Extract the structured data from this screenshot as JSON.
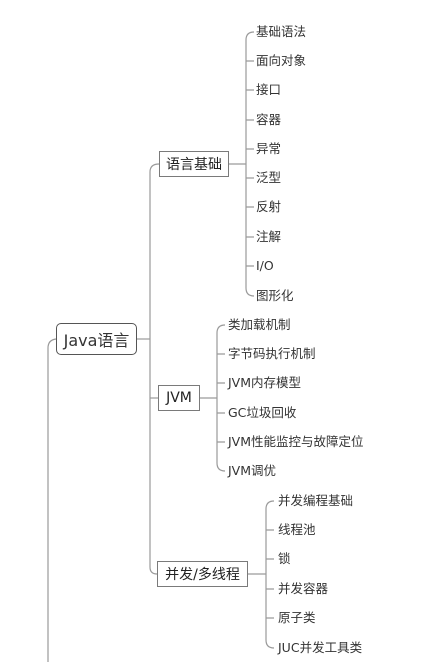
{
  "root": {
    "label": "Java语言"
  },
  "branches": [
    {
      "label": "语言基础",
      "children": [
        "基础语法",
        "面向对象",
        "接口",
        "容器",
        "异常",
        "泛型",
        "反射",
        "注解",
        "I/O",
        "图形化"
      ]
    },
    {
      "label": "JVM",
      "children": [
        "类加载机制",
        "字节码执行机制",
        "JVM内存模型",
        "GC垃圾回收",
        "JVM性能监控与故障定位",
        "JVM调优"
      ]
    },
    {
      "label": "并发/多线程",
      "children": [
        "并发编程基础",
        "线程池",
        "锁",
        "并发容器",
        "原子类",
        "JUC并发工具类"
      ]
    }
  ],
  "colors": {
    "line": "#9a9a9a",
    "box_border": "#7a7a7a",
    "text": "#333333"
  }
}
